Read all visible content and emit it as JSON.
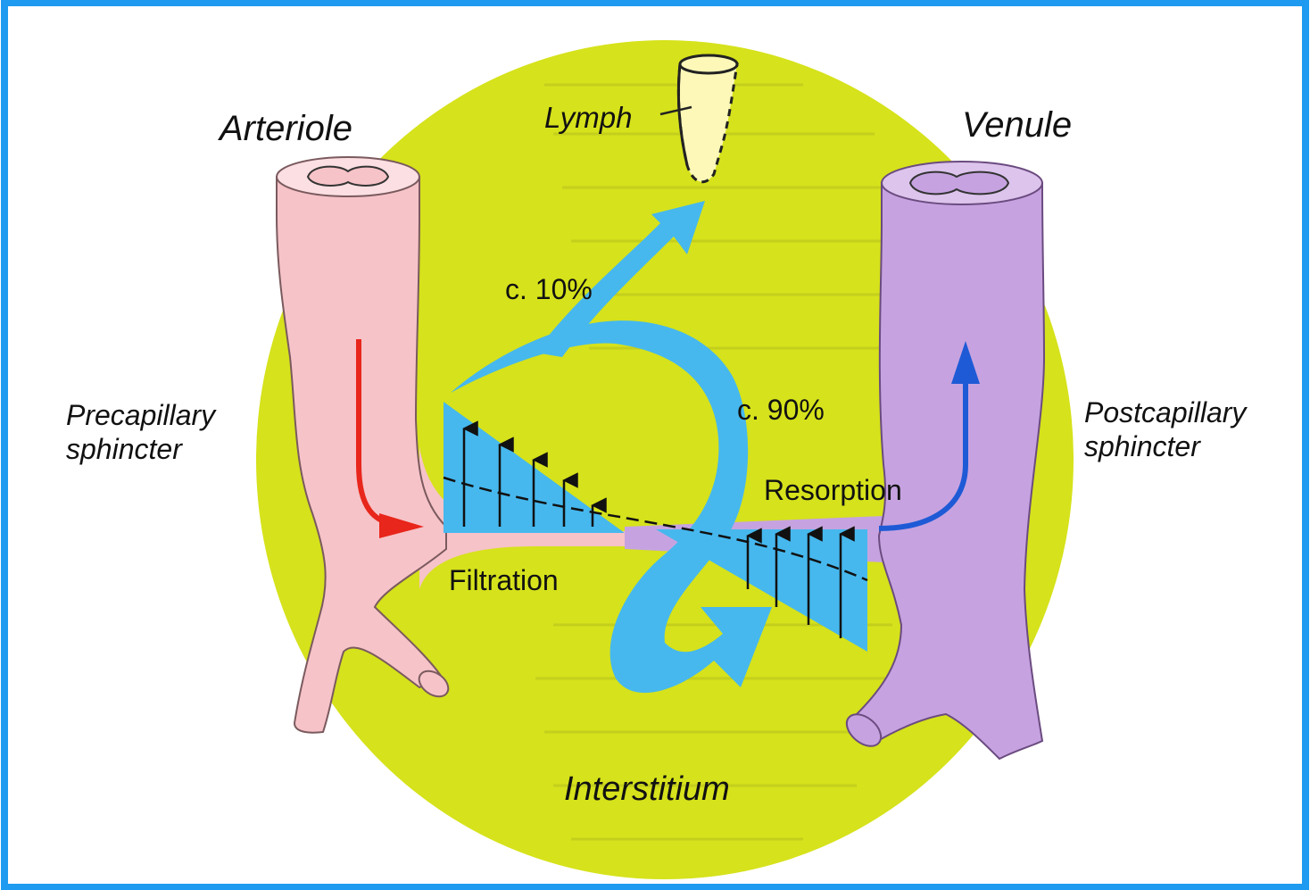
{
  "labels": {
    "arteriole": "Arteriole",
    "venule": "Venule",
    "lymph": "Lymph",
    "precapillary_line1": "Precapillary",
    "precapillary_line2": "sphincter",
    "postcapillary_line1": "Postcapillary",
    "postcapillary_line2": "sphincter",
    "pct_lymph": "c. 10%",
    "pct_resorb": "c. 90%",
    "resorption": "Resorption",
    "filtration": "Filtration",
    "interstitium": "Interstitium"
  },
  "colors": {
    "frame": "#1e9bf0",
    "interstitium": "#d6e21b",
    "arteriole": "#f6c3c8",
    "venule": "#c6a3e0",
    "lymph": "#fdf8b8",
    "fluid": "#46b8ee",
    "arterial_flow": "#e8261b",
    "venous_flow": "#1e5ad6"
  },
  "icons": {
    "filtration_arrows": "up-arrow",
    "resorption_arrows": "up-arrow"
  }
}
